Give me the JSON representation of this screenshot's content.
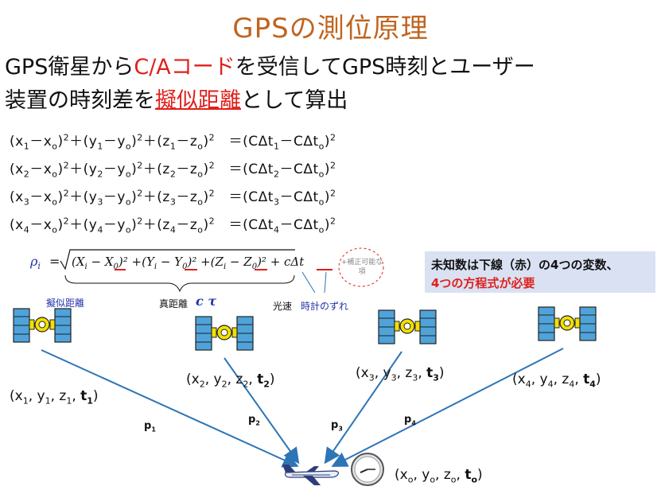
{
  "title": "GPSの測位原理",
  "lead": {
    "l1_a": "GPS衛星から",
    "l1_b": "C/Aコード",
    "l1_c": "を受信してGPS時刻とユーザー",
    "l2_a": "装置の時刻差を",
    "l2_b": "擬似距離",
    "l2_c": "として算出"
  },
  "equations": [
    {
      "i": "1"
    },
    {
      "i": "2"
    },
    {
      "i": "3"
    },
    {
      "i": "4"
    }
  ],
  "formula": {
    "rho": "ρ",
    "pseudo_label": "擬似距離",
    "true_dist_label": "真距離",
    "c_tau": "c τ",
    "light_speed": "光速",
    "clock_error": "時計のずれ",
    "correctable": "+補正可能な項"
  },
  "note": {
    "line1": "未知数は下線（赤）の4つの変数、",
    "line2": "4つの方程式が必要"
  },
  "satellites": [
    {
      "label": "(x",
      "i": "1"
    },
    {
      "label": "(x",
      "i": "2"
    },
    {
      "label": "(x",
      "i": "3"
    },
    {
      "label": "(x",
      "i": "4"
    }
  ],
  "ranges": [
    "p1",
    "p2",
    "p3",
    "p4"
  ],
  "receiver": {
    "label": "(x₀, y₀, z₀, t₀)"
  },
  "colors": {
    "title": "#c0641f",
    "accent_red": "#e0201c",
    "arrow": "#2e75b6",
    "note_bg": "#d9e1f2",
    "blue_text": "#2233aa"
  }
}
